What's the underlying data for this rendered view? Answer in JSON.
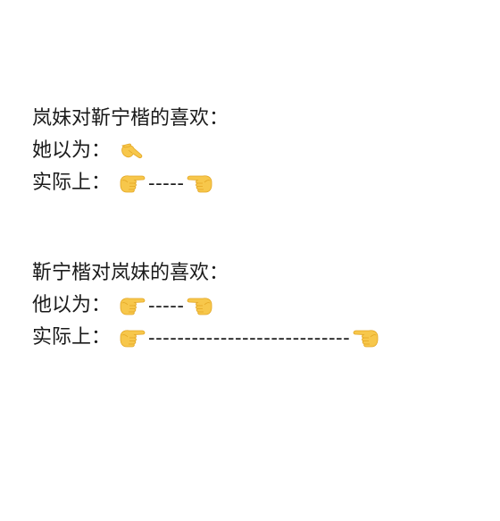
{
  "section1": {
    "title": "岚妹对靳宁楷的喜欢：",
    "line1_label": "她以为：",
    "line2_label": "实际上：",
    "line2_dashes": "-----"
  },
  "section2": {
    "title": "靳宁楷对岚妹的喜欢：",
    "line1_label": "他以为：",
    "line1_dashes": "-----",
    "line2_label": "实际上：",
    "line2_dashes": "----------------------------"
  },
  "icons": {
    "pinch": "pinching-hand-icon",
    "right": "right-pointing-hand-icon",
    "left": "left-pointing-hand-icon"
  },
  "colors": {
    "skin": "#F7C74B",
    "skin_shade": "#E3A623",
    "text": "#1A1A1A",
    "background": "#FFFFFF"
  }
}
